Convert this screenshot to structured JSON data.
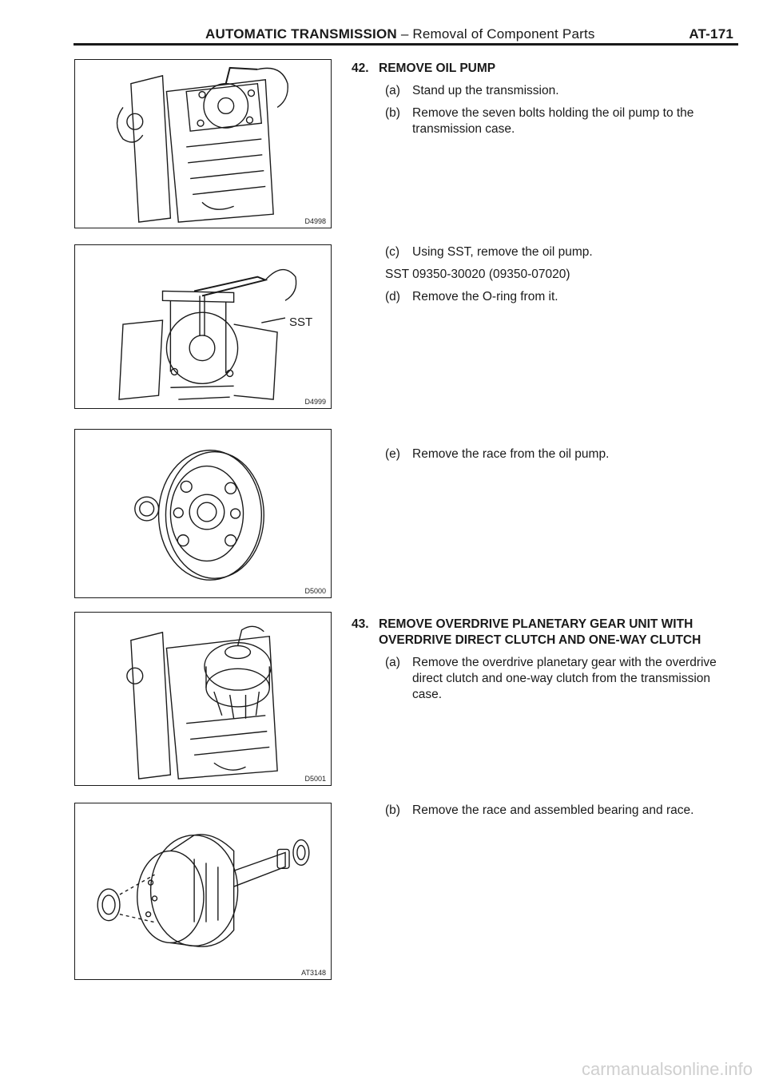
{
  "header": {
    "title_main": "AUTOMATIC TRANSMISSION",
    "title_sub": " – Removal of Component Parts",
    "page_number": "AT-171"
  },
  "figures": [
    {
      "code": "D4998"
    },
    {
      "code": "D4999",
      "label": "SST"
    },
    {
      "code": "D5000"
    },
    {
      "code": "D5001"
    },
    {
      "code": "AT3148"
    }
  ],
  "sections": {
    "s42": {
      "number": "42.",
      "heading": "REMOVE OIL PUMP",
      "a_label": "(a)",
      "a_text": "Stand up the transmission.",
      "b_label": "(b)",
      "b_text": "Remove the seven bolts holding the oil pump to the transmission case.",
      "c_label": "(c)",
      "c_text": "Using SST, remove the oil pump.",
      "sst_line": "SST 09350-30020 (09350-07020)",
      "d_label": "(d)",
      "d_text": "Remove the O-ring from it.",
      "e_label": "(e)",
      "e_text": "Remove the race from the oil pump."
    },
    "s43": {
      "number": "43.",
      "heading": "REMOVE OVERDRIVE PLANETARY GEAR UNIT WITH OVERDRIVE DIRECT CLUTCH AND ONE-WAY CLUTCH",
      "a_label": "(a)",
      "a_text": "Remove the overdrive planetary gear with the overdrive direct clutch and one-way clutch from the transmission case.",
      "b_label": "(b)",
      "b_text": "Remove the race and assembled bearing and race."
    }
  },
  "watermark": "carmanualsonline.info"
}
